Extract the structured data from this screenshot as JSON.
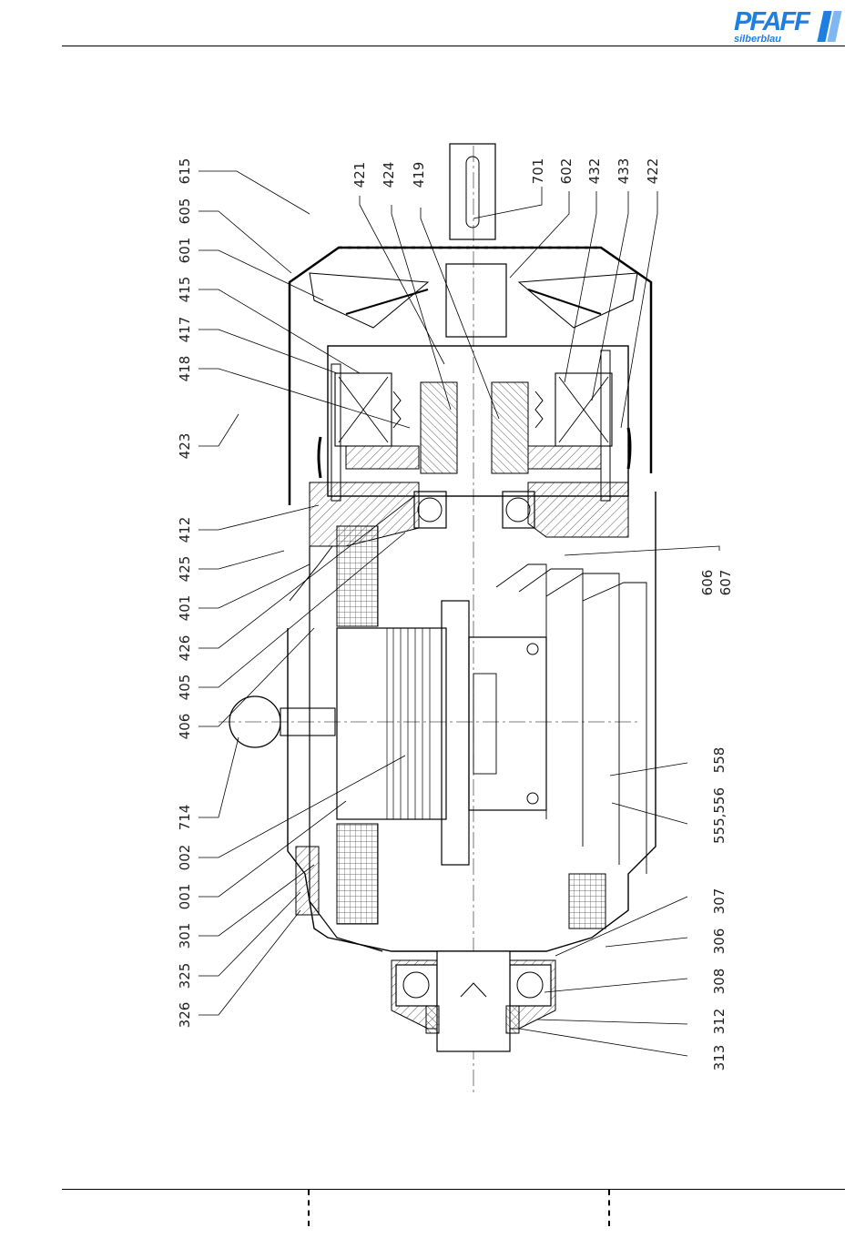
{
  "logo": {
    "main": "PFAFF",
    "sub": "silberblau",
    "color": "#1f7fe0"
  },
  "callouts_left": [
    "615",
    "605",
    "601",
    "415",
    "417",
    "418",
    "423",
    "412",
    "425",
    "401",
    "426",
    "405",
    "406",
    "714",
    "002",
    "001",
    "301",
    "325",
    "326"
  ],
  "callouts_top": [
    "421",
    "424",
    "419",
    "701",
    "602",
    "432",
    "433",
    "422"
  ],
  "callouts_right": [
    "606",
    "607",
    "558",
    "555,556",
    "307",
    "306",
    "308",
    "312",
    "313"
  ]
}
